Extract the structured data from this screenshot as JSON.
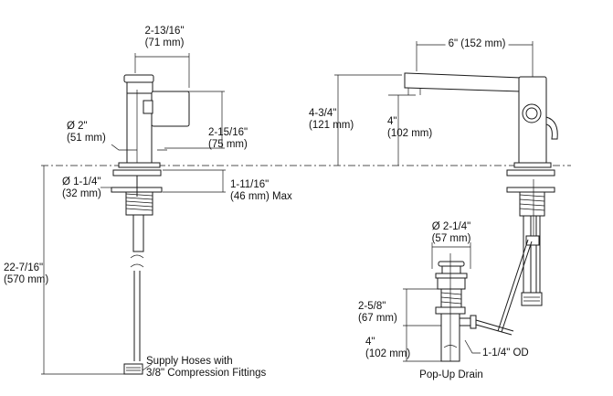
{
  "dimensions": {
    "spout_offset": {
      "in": "2-13/16\"",
      "mm": "(71 mm)"
    },
    "base_diameter": {
      "in": "Ø 2\"",
      "mm": "(51 mm)"
    },
    "handle_height": {
      "in": "2-15/16\"",
      "mm": "(75 mm)"
    },
    "shank_diameter": {
      "in": "Ø 1-1/4\"",
      "mm": "(32 mm)"
    },
    "deck_thickness": {
      "in": "1-11/16\"",
      "mm": "(46 mm) Max"
    },
    "hose_length": {
      "in": "22-7/16\"",
      "mm": "(570 mm)"
    },
    "spout_reach": {
      "text": "6\" (152 mm)"
    },
    "overall_height": {
      "in": "4-3/4\"",
      "mm": "(121 mm)"
    },
    "spout_height": {
      "in": "4\"",
      "mm": "(102 mm)"
    },
    "drain_flange": {
      "in": "Ø 2-1/4\"",
      "mm": "(57 mm)"
    },
    "drain_body": {
      "in": "2-5/8\"",
      "mm": "(67 mm)"
    },
    "drain_tail": {
      "in": "4\"",
      "mm": "(102 mm)"
    },
    "tailpiece_od": {
      "text": "1-1/4\" OD"
    }
  },
  "notes": {
    "supply_line1": "Supply Hoses with",
    "supply_line2": "3/8\" Compression Fittings",
    "drain_caption": "Pop-Up Drain"
  }
}
